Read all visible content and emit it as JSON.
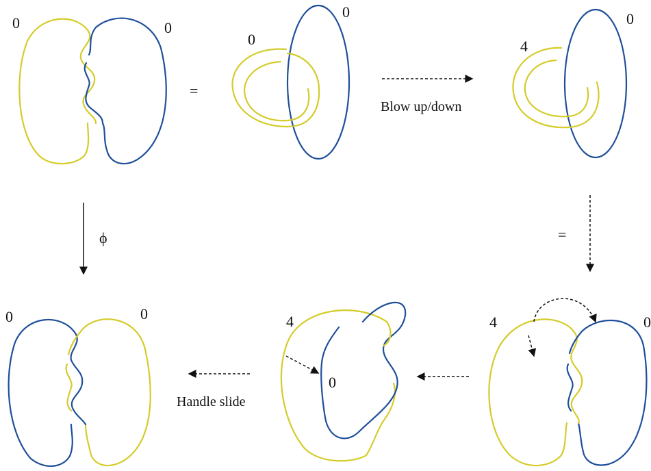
{
  "colors": {
    "yellow": "#d4cc2a",
    "blue": "#1f4f9a",
    "ink": "#111111"
  },
  "panels": {
    "top_left": {
      "labels": [
        "0",
        "0"
      ]
    },
    "top_middle": {
      "labels": [
        "0",
        "0"
      ]
    },
    "top_right": {
      "labels": [
        "4",
        "0"
      ]
    },
    "bottom_right": {
      "labels": [
        "4",
        "0"
      ]
    },
    "bottom_middle": {
      "labels": [
        "4",
        "0"
      ]
    },
    "bottom_left": {
      "labels": [
        "0",
        "0"
      ]
    }
  },
  "relations": {
    "equals_top": "=",
    "equals_right": "=",
    "blow_caption": "Blow up/down",
    "handle_caption": "Handle slide",
    "phi_symbol": "ϕ"
  }
}
